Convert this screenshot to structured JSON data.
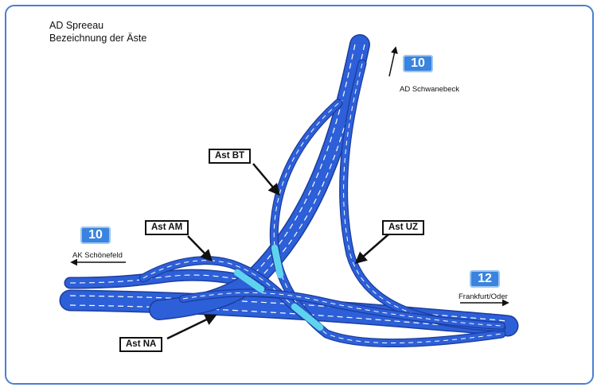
{
  "title": {
    "line1": "AD Spreeau",
    "line2": "Bezeichnung der Äste"
  },
  "shields": {
    "north": "10",
    "west": "10",
    "east": "12"
  },
  "places": {
    "north": "AD Schwanebeck",
    "west": "AK Schönefeld",
    "east": "Frankfurt/Oder"
  },
  "branches": {
    "bt": "Ast BT",
    "am": "Ast AM",
    "uz": "Ast UZ",
    "na": "Ast NA"
  },
  "colors": {
    "road": "#2d5fd8",
    "road_edge": "#1b3d9c",
    "highlight": "#5fd3ee",
    "frame": "#4a7fd0",
    "shield": "#3a83de"
  }
}
